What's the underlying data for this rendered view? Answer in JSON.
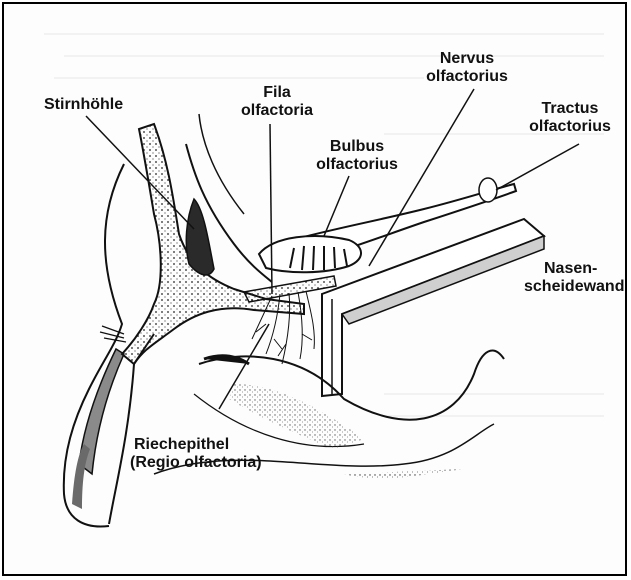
{
  "labels": {
    "stirnhoehle": "Stirnhöhle",
    "fila_1": "Fila",
    "fila_2": "olfactoria",
    "nervus_1": "Nervus",
    "nervus_2": "olfactorius",
    "tractus_1": "Tractus",
    "tractus_2": "olfactorius",
    "bulbus_1": "Bulbus",
    "bulbus_2": "olfactorius",
    "nasen_1": "Nasen-",
    "nasen_2": "scheidewand",
    "riech_1": "Riechepithel",
    "riech_2": "(Regio olfactoria)"
  },
  "colors": {
    "ink": "#111111",
    "bone_fill": "#f2f2f2",
    "sinus_fill": "#2a2a2a",
    "shade": "#8a8a8a"
  }
}
